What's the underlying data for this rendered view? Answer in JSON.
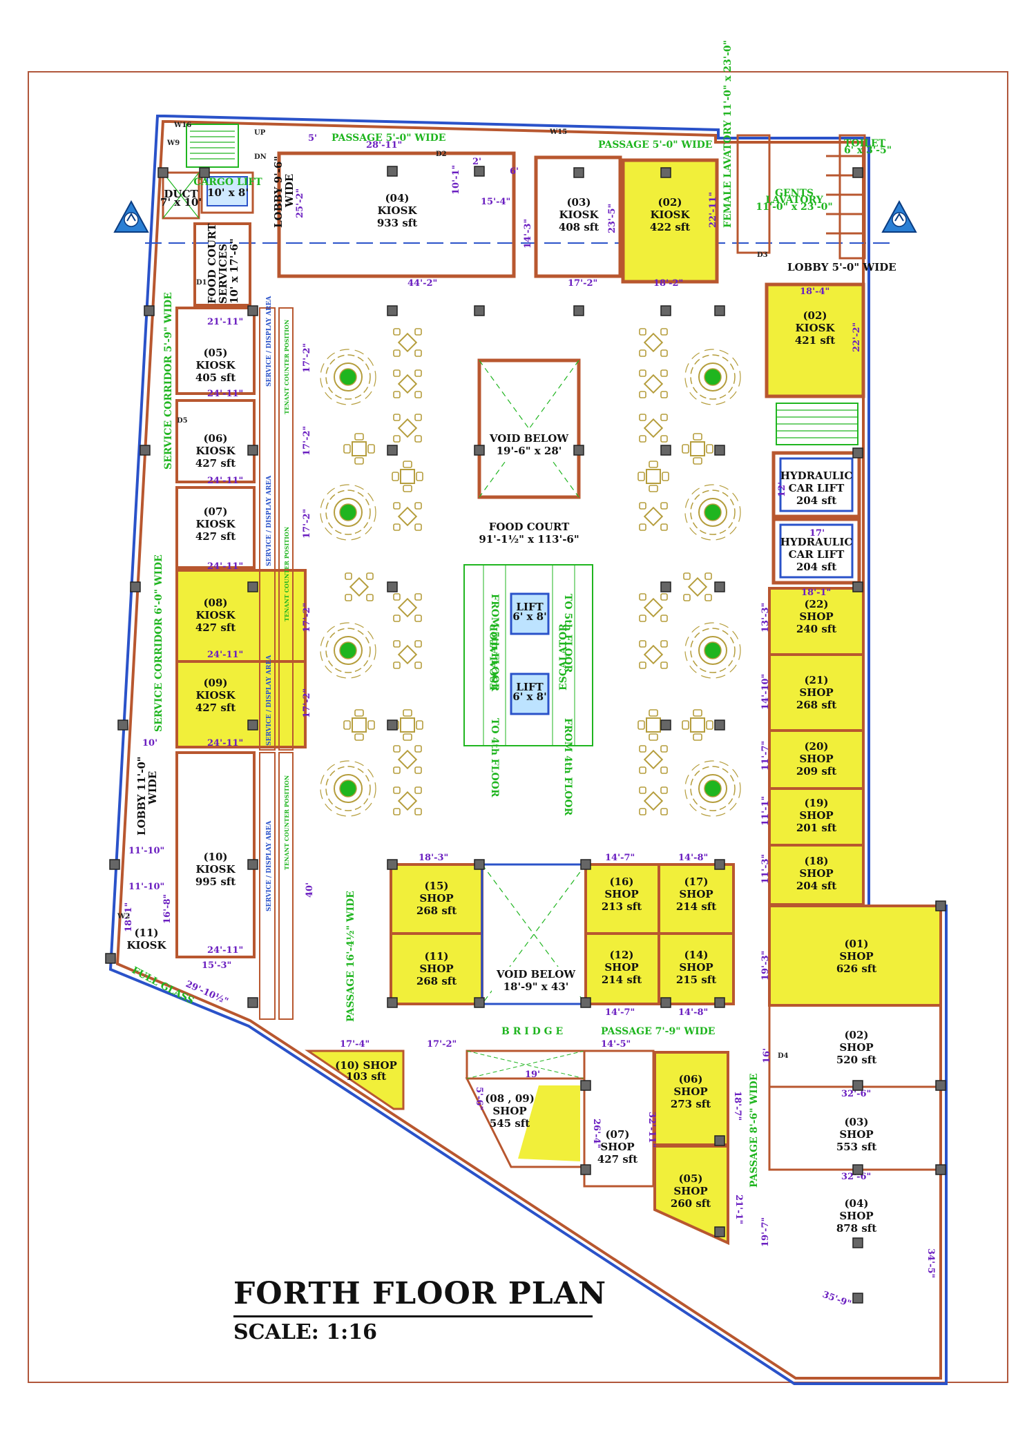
{
  "title": "FORTH FLOOR PLAN",
  "scale": "SCALE: 1:16",
  "colors": {
    "wall": "#b8572f",
    "shop_fill": "#f1ef3a",
    "outer_blue": "#2a52c9",
    "dim": "#6a1ec0",
    "green_text": "#1fb51f",
    "column": "#666666"
  },
  "top_row": [
    {
      "label": "(04)",
      "type": "KIOSK",
      "area": "933 sft"
    },
    {
      "label": "(03)",
      "type": "KIOSK",
      "area": "408 sft"
    },
    {
      "label": "(02)",
      "type": "KIOSK",
      "area": "422 sft"
    }
  ],
  "left_kiosks": [
    {
      "label": "(05)",
      "type": "KIOSK",
      "area": "405 sft"
    },
    {
      "label": "(06)",
      "type": "KIOSK",
      "area": "427 sft"
    },
    {
      "label": "(07)",
      "type": "KIOSK",
      "area": "427 sft"
    },
    {
      "label": "(08)",
      "type": "KIOSK",
      "area": "427 sft"
    },
    {
      "label": "(09)",
      "type": "KIOSK",
      "area": "427 sft"
    },
    {
      "label": "(10)",
      "type": "KIOSK",
      "area": "995 sft"
    },
    {
      "label": "(11)",
      "type": "KIOSK"
    }
  ],
  "right_units": [
    {
      "label": "(02)",
      "type": "KIOSK",
      "area": "421 sft"
    },
    {
      "label": "HYDRAULIC",
      "type": "CAR LIFT",
      "area": "204 sft"
    },
    {
      "label": "HYDRAULIC",
      "type": "CAR LIFT",
      "area": "204 sft"
    },
    {
      "label": "(22)",
      "type": "SHOP",
      "area": "240 sft"
    },
    {
      "label": "(21)",
      "type": "SHOP",
      "area": "268 sft"
    },
    {
      "label": "(20)",
      "type": "SHOP",
      "area": "209 sft"
    },
    {
      "label": "(19)",
      "type": "SHOP",
      "area": "201 sft"
    },
    {
      "label": "(18)",
      "type": "SHOP",
      "area": "204 sft"
    },
    {
      "label": "(01)",
      "type": "SHOP",
      "area": "626 sft"
    },
    {
      "label": "(02)",
      "type": "SHOP",
      "area": "520 sft"
    },
    {
      "label": "(03)",
      "type": "SHOP",
      "area": "553 sft"
    },
    {
      "label": "(04)",
      "type": "SHOP",
      "area": "878 sft"
    }
  ],
  "center_shops": [
    {
      "label": "(15)",
      "type": "SHOP",
      "area": "268 sft"
    },
    {
      "label": "(11)",
      "type": "SHOP",
      "area": "268 sft"
    },
    {
      "label": "(16)",
      "type": "SHOP",
      "area": "213 sft"
    },
    {
      "label": "(17)",
      "type": "SHOP",
      "area": "214 sft"
    },
    {
      "label": "(12)",
      "type": "SHOP",
      "area": "214 sft"
    },
    {
      "label": "(14)",
      "type": "SHOP",
      "area": "215 sft"
    }
  ],
  "bottom_shops": [
    {
      "label": "(10) SHOP",
      "area": "103 sft"
    },
    {
      "label": "(08 , 09)",
      "type": "SHOP",
      "area": "545 sft"
    },
    {
      "label": "(07)",
      "type": "SHOP",
      "area": "427 sft"
    },
    {
      "label": "(06)",
      "type": "SHOP",
      "area": "273 sft"
    },
    {
      "label": "(05)",
      "type": "SHOP",
      "area": "260 sft"
    }
  ],
  "spaces": {
    "duct": [
      "DUCT",
      "7' x 10'"
    ],
    "cargo_lift": [
      "CARGO LIFT",
      "10' x 8'"
    ],
    "food_court_services": [
      "FOOD COURT",
      "SERVICES",
      "10' x 17'-6\""
    ],
    "lobby_top": [
      "LOBBY 9'-6\"",
      "WIDE"
    ],
    "lobby_left": [
      "LOBBY 11'-0\"",
      "WIDE"
    ],
    "lobby_right": "LOBBY 5'-0\" WIDE",
    "void_top": [
      "VOID BELOW",
      "19'-6\" x 28'"
    ],
    "void_bottom": [
      "VOID BELOW",
      "18'-9\" x 43'"
    ],
    "food_court": [
      "FOOD COURT",
      "91'-1½\" x 113'-6\""
    ],
    "lift1": [
      "LIFT",
      "6' x 8'"
    ],
    "lift2": [
      "LIFT",
      "6' x 8'"
    ],
    "genst_lavatory": [
      "GENTS",
      "LAVATORY",
      "11'-0\" x 23'-0\""
    ],
    "female_lavatory": "FEMALE LAVATORY 11'-0\" x 23'-0\"",
    "toilet": [
      "TOILET",
      "6' x 3'-5\""
    ],
    "full_glass": "FULL GLASS",
    "bridge": "B R I D G E"
  },
  "green_labels": {
    "passage_top_left": "PASSAGE 5'-0\" WIDE",
    "passage_top_right": "PASSAGE 5'-0\" WIDE",
    "service_corridor_1": "SERVICE CORRIDOR 5'-9\" WIDE",
    "service_corridor_2": "SERVICE CORRIDOR 6'-0\" WIDE",
    "passage_center": "PASSAGE 16'-4½\" WIDE",
    "passage_bottom": "PASSAGE 7'-9\" WIDE",
    "passage_right": "PASSAGE 8'-6\" WIDE",
    "escalator_a": "ESCALATOR",
    "escalator_b": "ESCALATOR",
    "from_5th": "FROM 5th FLOOR",
    "to_5th": "TO 5th FLOOR",
    "to_4th": "TO 4th FLOOR",
    "from_4th": "FROM 4th FLOOR"
  },
  "service_area_text": "SERVICE / DISPLAY AREA",
  "tenant_text": "TENANT COUNTER POSITION",
  "dimensions": {
    "d1": "28'-11\"",
    "d2": "44'-2\"",
    "d3": "17'-2\"",
    "d4": "18'-2\"",
    "d5": "25'-2\"",
    "d6": "15'-4\"",
    "d7": "10'-1\"",
    "d8": "23'-5\"",
    "d9": "14'-3\"",
    "d10": "22'-11\"",
    "d11": "18'-4\"",
    "d12": "22'-2\"",
    "d13": "21'-11\"",
    "d14": "24'-11\"",
    "d15": "17'-2\"",
    "d16": "10'",
    "d17": "11'-10\"",
    "d18": "16'-8\"",
    "d19": "18'-1\"",
    "d20": "15'-3\"",
    "d21": "29'-10½\"",
    "d22": "40'",
    "d23": "18'-3\"",
    "d24": "14'-7\"",
    "d25": "14'-8\"",
    "d26": "17'-4\"",
    "d27": "19'",
    "d28": "26'-4\"",
    "d29": "14'-5\"",
    "d30": "32'-11\"",
    "d31": "32'-6\"",
    "d32": "35'-9\"",
    "d33": "34'-5\"",
    "d34": "16'",
    "d35": "19'-3\"",
    "d36": "12'",
    "d37": "17'",
    "d38": "18'-1\"",
    "d39": "13'-3\"",
    "d40": "14'-10\"",
    "d41": "11'-7\"",
    "d42": "11'-1\"",
    "d43": "11'-3\"",
    "d44": "19'-7\"",
    "d45": "21'-1\"",
    "d46": "18'-7\"",
    "d47": "5'",
    "d48": "6'",
    "d49": "2'",
    "d50": "5'-6\""
  },
  "door_tags": [
    "D1",
    "D2",
    "D3",
    "D4",
    "D5",
    "W2",
    "W9",
    "W15",
    "W16",
    "UP",
    "DN"
  ]
}
